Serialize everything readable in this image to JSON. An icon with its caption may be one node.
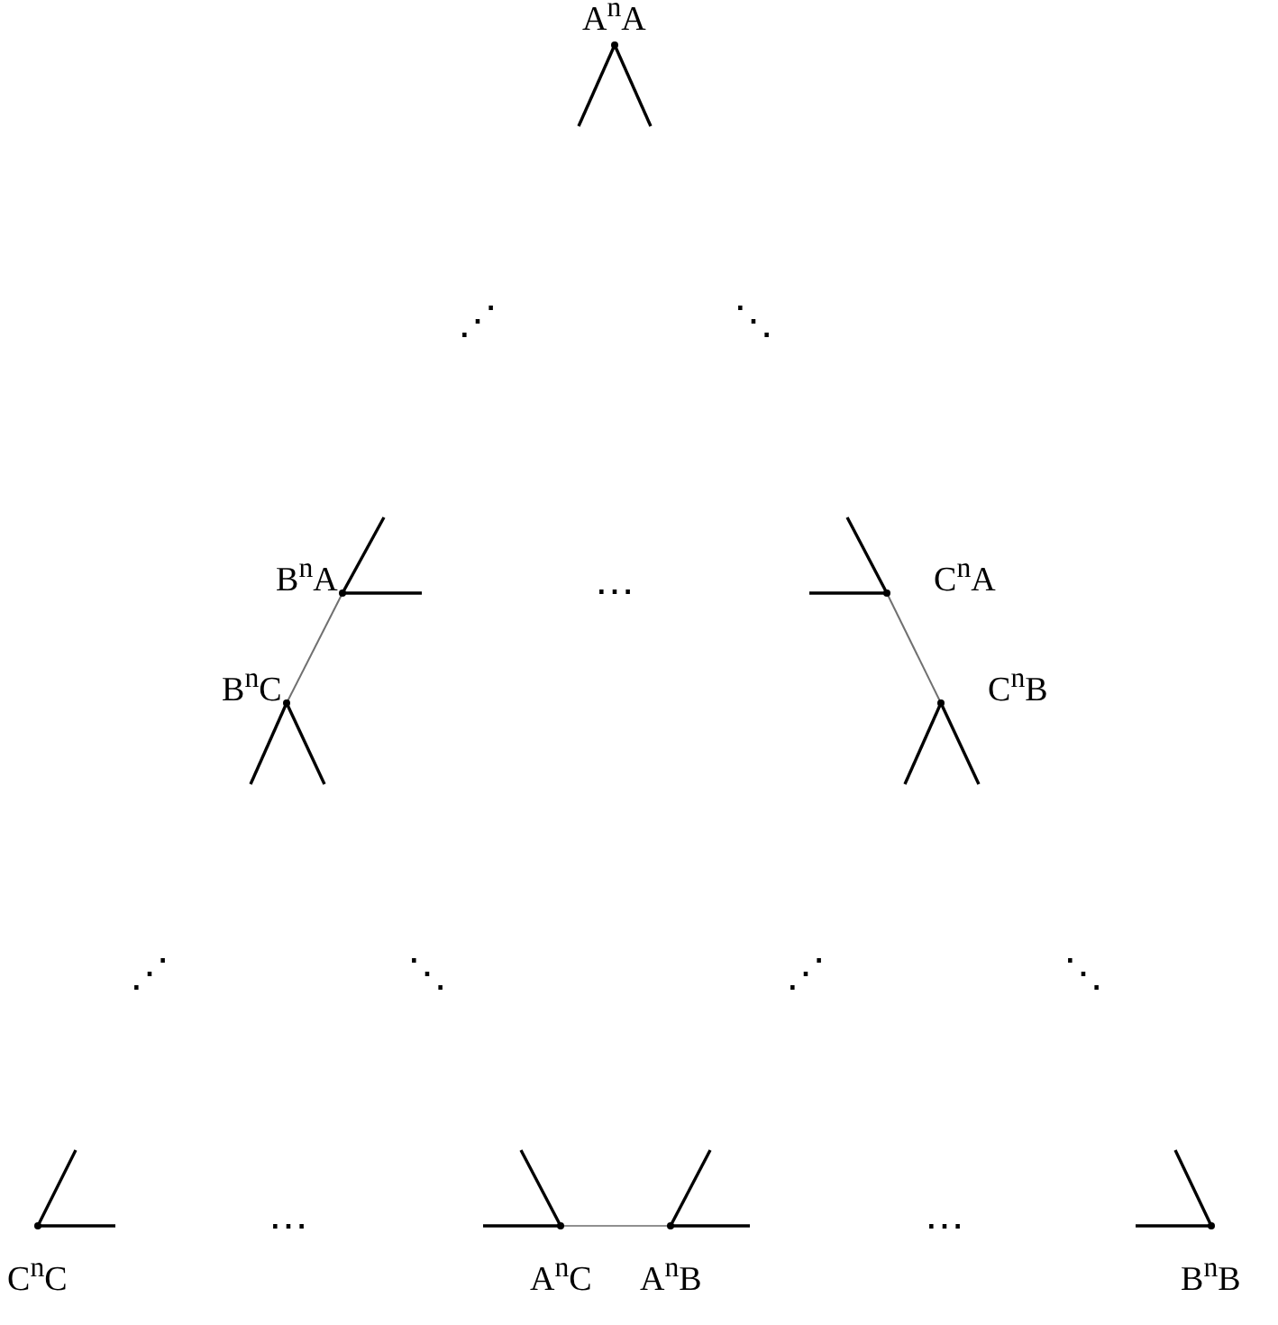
{
  "diagram": {
    "nodes": [
      {
        "text": [
          "A$^{n}$A"
        ]
      },
      {
        "text": [
          "B$^{n}$A"
        ]
      },
      {
        "text": [
          "C$^{n}$A"
        ]
      },
      {
        "text": [
          "B$^{n}$C"
        ]
      },
      {
        "text": [
          "C$^{n}$B"
        ]
      },
      {
        "text": [
          "C$^{n}$C"
        ]
      },
      {
        "text": [
          "A$^{n}$C"
        ]
      },
      {
        "text": [
          "A$^{n}$B"
        ]
      },
      {
        "text": [
          "B$^{n}$B"
        ]
      }
    ],
    "edges": [
      {
        "from": 0,
        "to": null,
        "arrow": "none"
      },
      {
        "from": 0,
        "to": null,
        "arrow": "none"
      },
      {
        "from": 1,
        "to": null,
        "arrow": "none"
      },
      {
        "from": 1,
        "to": null,
        "arrow": "none"
      },
      {
        "from": 2,
        "to": null,
        "arrow": "none"
      },
      {
        "from": 2,
        "to": null,
        "arrow": "none"
      },
      {
        "from": 1,
        "to": 3,
        "arrow": "none",
        "color": "#707070"
      },
      {
        "from": 2,
        "to": 4,
        "arrow": "none",
        "color": "#707070"
      },
      {
        "from": 3,
        "to": null,
        "arrow": "none"
      },
      {
        "from": 3,
        "to": null,
        "arrow": "none"
      },
      {
        "from": 4,
        "to": null,
        "arrow": "none"
      },
      {
        "from": 4,
        "to": null,
        "arrow": "none"
      },
      {
        "from": 5,
        "to": null,
        "arrow": "none"
      },
      {
        "from": 5,
        "to": null,
        "arrow": "none"
      },
      {
        "from": 6,
        "to": null,
        "arrow": "none"
      },
      {
        "from": 6,
        "to": null,
        "arrow": "none"
      },
      {
        "from": 6,
        "to": 7,
        "arrow": "none",
        "color": "#909090"
      },
      {
        "from": 7,
        "to": null,
        "arrow": "none"
      },
      {
        "from": 7,
        "to": null,
        "arrow": "none"
      },
      {
        "from": 8,
        "to": null,
        "arrow": "none"
      },
      {
        "from": 8,
        "to": null,
        "arrow": "none"
      }
    ],
    "labels": [
      "⋰",
      "⋱",
      "⋯",
      "⋰",
      "⋱",
      "⋰",
      "⋱",
      "⋯",
      "⋯"
    ]
  }
}
